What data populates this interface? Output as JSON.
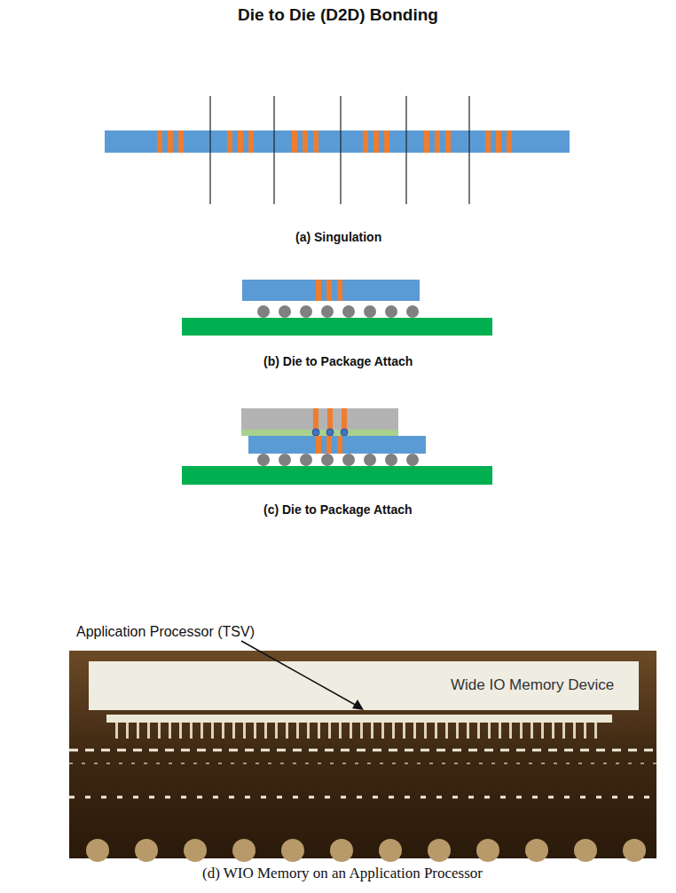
{
  "diagram": {
    "title": "Die to Die (D2D) Bonding",
    "nodes": [
      {
        "text": [
          "Wide IO Memory Device"
        ]
      }
    ],
    "labels": [
      "(a) Singulation",
      "(b) Die to Package Attach",
      "(c) Die to Package Attach",
      "Application Processor (TSV)",
      "(d) WIO Memory on an Application Processor"
    ]
  }
}
